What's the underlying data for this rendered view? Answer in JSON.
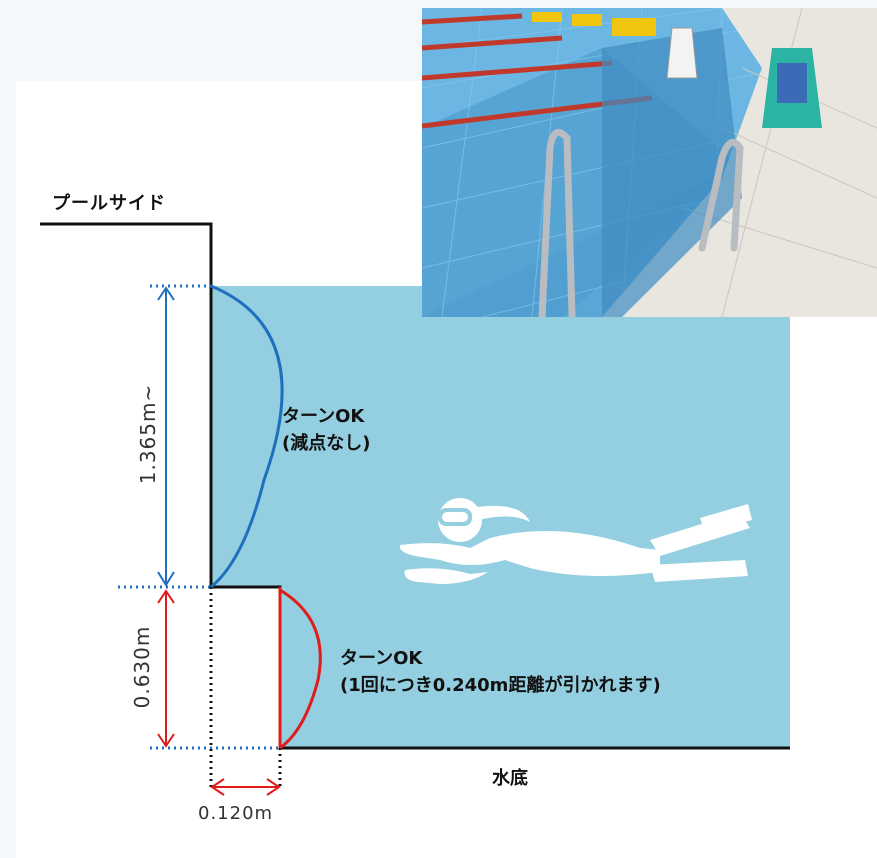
{
  "labels": {
    "poolside": "プールサイド",
    "pool_floor": "水底",
    "turn_ok_upper_line1": "ターンOK",
    "turn_ok_upper_line2": "(減点なし)",
    "turn_ok_lower_line1": "ターンOK",
    "turn_ok_lower_line2": "(1回につき0.240m距離が引かれます)"
  },
  "dimensions": {
    "upper_depth": "1.365m~",
    "step_height": "0.630m",
    "step_width": "0.120m"
  },
  "colors": {
    "water": "#93cfe0",
    "upper_zone": "#1f6fbf",
    "lower_zone": "#e01b1b",
    "wall": "#111111"
  },
  "photo": {
    "subject": "pool-wall-with-ladder-photo",
    "icons": [
      "swimmer-with-fins-icon"
    ]
  }
}
